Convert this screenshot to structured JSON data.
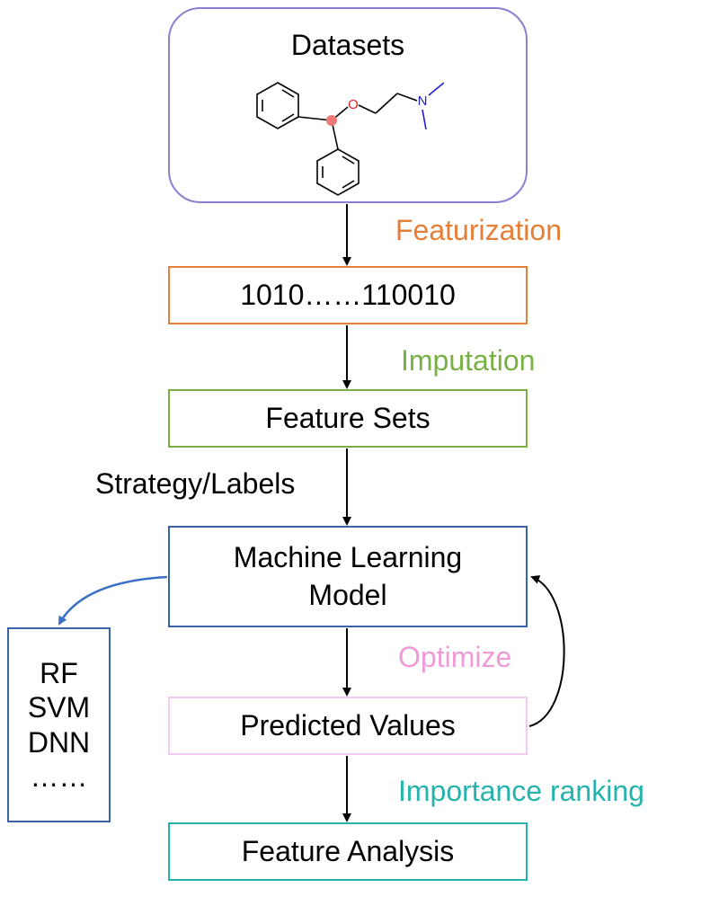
{
  "nodes": {
    "datasets": "Datasets",
    "binary": "1010……110010",
    "feature_sets": "Feature Sets",
    "ml_model_line1": "Machine Learning",
    "ml_model_line2": "Model",
    "predicted": "Predicted Values",
    "analysis": "Feature Analysis",
    "models": [
      "RF",
      "SVM",
      "DNN",
      "……"
    ]
  },
  "edges": {
    "featurization": "Featurization",
    "imputation": "Imputation",
    "strategy": "Strategy/Labels",
    "optimize": "Optimize",
    "importance": "Importance ranking"
  },
  "molecule": {
    "oxygen": "O",
    "nitrogen": "N"
  },
  "colors": {
    "datasets_border": "#8c7fd0",
    "featurization": "#e67e35",
    "imputation": "#79b043",
    "model": "#3a63a8",
    "optimize": "#f09ad8",
    "importance": "#27b3ad"
  }
}
